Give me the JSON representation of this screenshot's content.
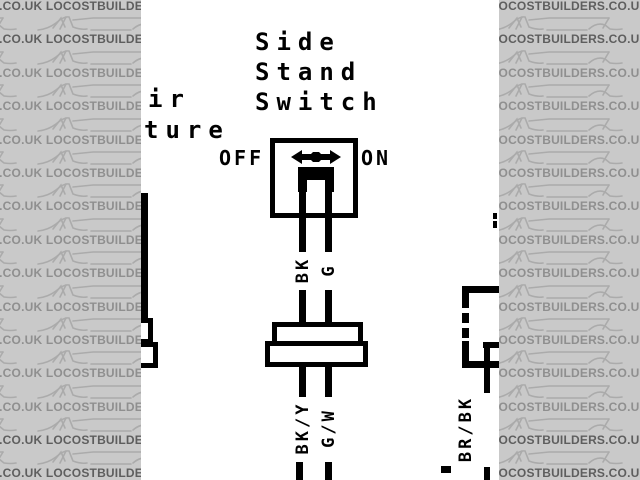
{
  "watermark": {
    "brand_text": "LOCOSTBUILDERS.CO.UK",
    "bg_color": "#c9c9c9",
    "text_color": "#8f8f8f",
    "text_color_dark": "#5e5e5e",
    "art_color": "#ababab",
    "rows_per_strip": 15
  },
  "diagram": {
    "ink_color": "#000000",
    "bg_color": "#ffffff",
    "title_lines": [
      "Side",
      "Stand",
      "Switch"
    ],
    "clipped_left_label": {
      "line1": "ir",
      "line2": "ture"
    },
    "switch": {
      "off": "OFF",
      "on": "ON"
    },
    "wire_labels": {
      "switch_left": "BK",
      "switch_right": "G",
      "harness_left": "BK/Y",
      "harness_right": "G/W",
      "right_branch": "BR/BK"
    }
  }
}
